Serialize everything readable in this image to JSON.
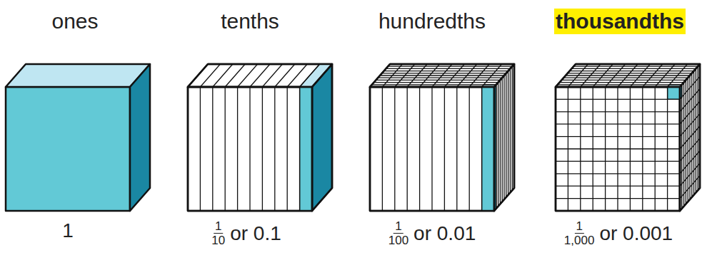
{
  "diagram": {
    "labels": [
      "ones",
      "tenths",
      "hundredths",
      "thousandths",
      "1",
      "1",
      "10",
      "or 0.1",
      "1",
      "100",
      "or 0.01",
      "1",
      "1,000",
      "or 0.001"
    ]
  }
}
